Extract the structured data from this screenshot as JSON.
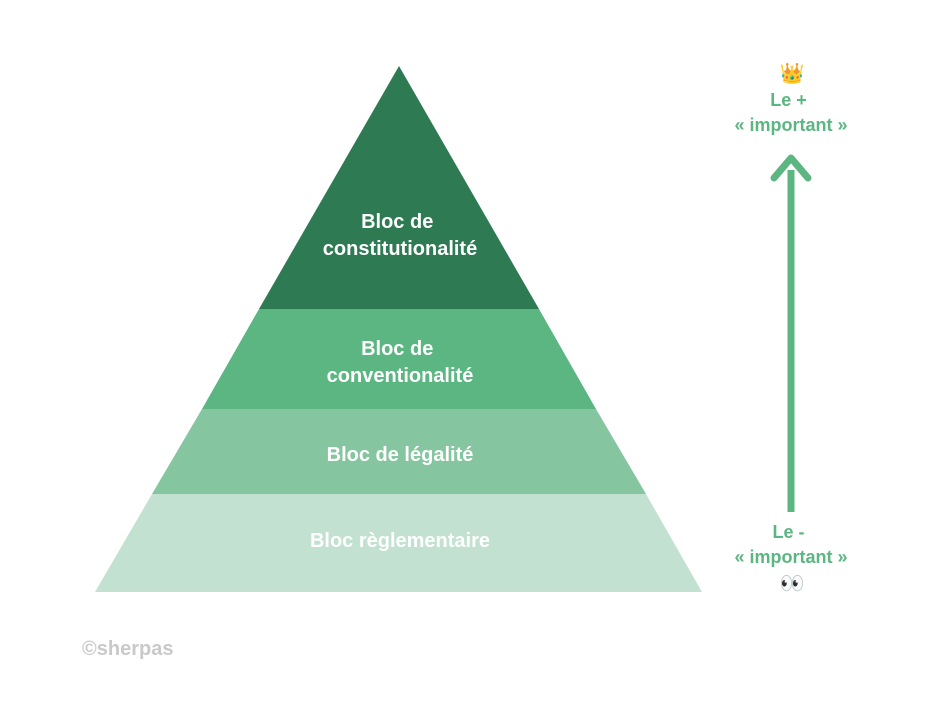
{
  "tiers": [
    {
      "lines": [
        "Bloc de",
        "constitutionalité"
      ],
      "color": "#2e7a52"
    },
    {
      "lines": [
        "Bloc de",
        "conventionalité"
      ],
      "color": "#5bb682"
    },
    {
      "lines": [
        "Bloc de légalité"
      ],
      "color": "#85c6a0"
    },
    {
      "lines": [
        "Bloc règlementaire"
      ],
      "color": "#c2e1d0"
    }
  ],
  "scale": {
    "top": {
      "icon": "crown-icon",
      "glyph": "👑",
      "lines": [
        "Le +",
        "« important »"
      ]
    },
    "bottom": {
      "icon": "eyes-icon",
      "glyph": "👀",
      "lines": [
        "Le -",
        "« important »"
      ]
    },
    "color": "#5bb682"
  },
  "watermark": "©sherpas"
}
